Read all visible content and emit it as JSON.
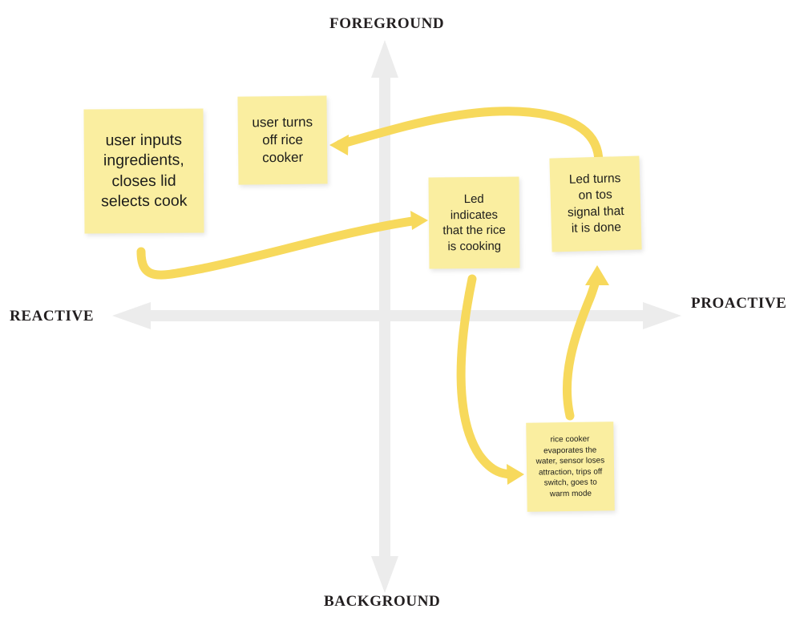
{
  "board": {
    "background_color": "#ffffff",
    "note_color": "#faeea0",
    "arrow_color": "#f7d95c",
    "axis_color": "#ececec",
    "text_color": "#1d1d1b"
  },
  "axes": {
    "top_label": "FOREGROUND",
    "bottom_label": "BACKGROUND",
    "left_label": "REACTIVE",
    "right_label": "PROACTIVE"
  },
  "notes": [
    {
      "id": "user-inputs",
      "text": "user inputs\ningredients,\ncloses lid\nselects cook",
      "quadrant": "foreground-reactive"
    },
    {
      "id": "turns-off",
      "text": "user turns\noff rice\ncooker",
      "quadrant": "foreground-reactive"
    },
    {
      "id": "led-indicates",
      "text": "Led\nindicates\nthat the rice\nis cooking",
      "quadrant": "foreground-proactive"
    },
    {
      "id": "led-done",
      "text": "Led turns\non tos\nsignal that\nit is done",
      "quadrant": "foreground-proactive"
    },
    {
      "id": "evaporates",
      "text": "rice cooker\nevaporates the\nwater, sensor loses\nattraction, trips off\nswitch, goes to\nwarm mode",
      "quadrant": "background-proactive"
    }
  ],
  "connectors": [
    {
      "id": "inputs-to-led-indicates",
      "from": "user-inputs",
      "to": "led-indicates"
    },
    {
      "id": "led-done-to-turns-off",
      "from": "led-done",
      "to": "turns-off"
    },
    {
      "id": "led-indicates-to-evaporates",
      "from": "led-indicates",
      "to": "evaporates"
    },
    {
      "id": "evaporates-to-led-done",
      "from": "evaporates",
      "to": "led-done"
    }
  ]
}
